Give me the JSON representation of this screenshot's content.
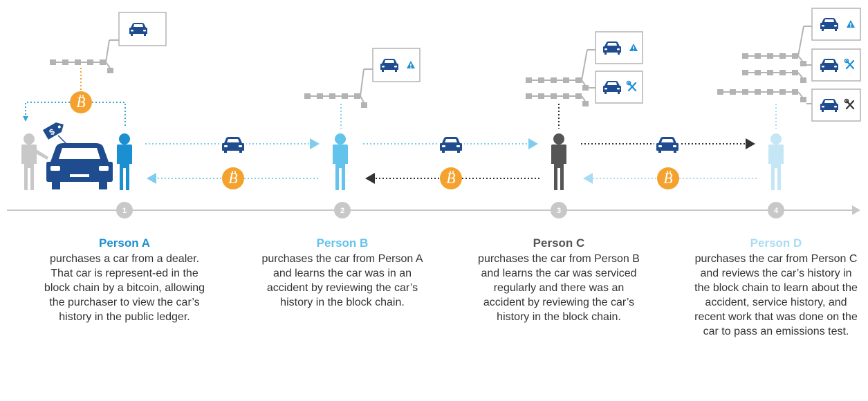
{
  "colors": {
    "dark_blue": "#1e4c8f",
    "person_a": "#1a8fd1",
    "person_b": "#62c3ec",
    "person_c": "#555555",
    "person_d": "#c5e6f5",
    "bitcoin": "#f4a22d",
    "gray": "#b3b3b3",
    "alert_blue": "#1a8fd1"
  },
  "steps": [
    {
      "number": "1",
      "name": "Person A",
      "description": "purchases a car from a dealer. That car is represent-ed in the block chain by a bitcoin, allowing the purchaser to view the car’s history in the public ledger."
    },
    {
      "number": "2",
      "name": "Person B",
      "description": "purchases the car from Person A and learns the car was in an accident by reviewing the car’s history in the block chain."
    },
    {
      "number": "3",
      "name": "Person C",
      "description": "purchases the car from Person B and learns the car was serviced regularly and there was an accident by reviewing the car’s history in the block chain."
    },
    {
      "number": "4",
      "name": "Person D",
      "description": "purchases the car from Person C and reviews the car’s history in the block chain to learn about the accident, service history, and recent work that was done on the car to pass an emissions test."
    }
  ],
  "icons": {
    "dealer": "person-icon",
    "price_tag": "price-tag-icon",
    "bitcoin": "bitcoin-icon",
    "car": "car-icon",
    "alert": "warning-icon",
    "service": "wrench-screwdriver-icon"
  }
}
